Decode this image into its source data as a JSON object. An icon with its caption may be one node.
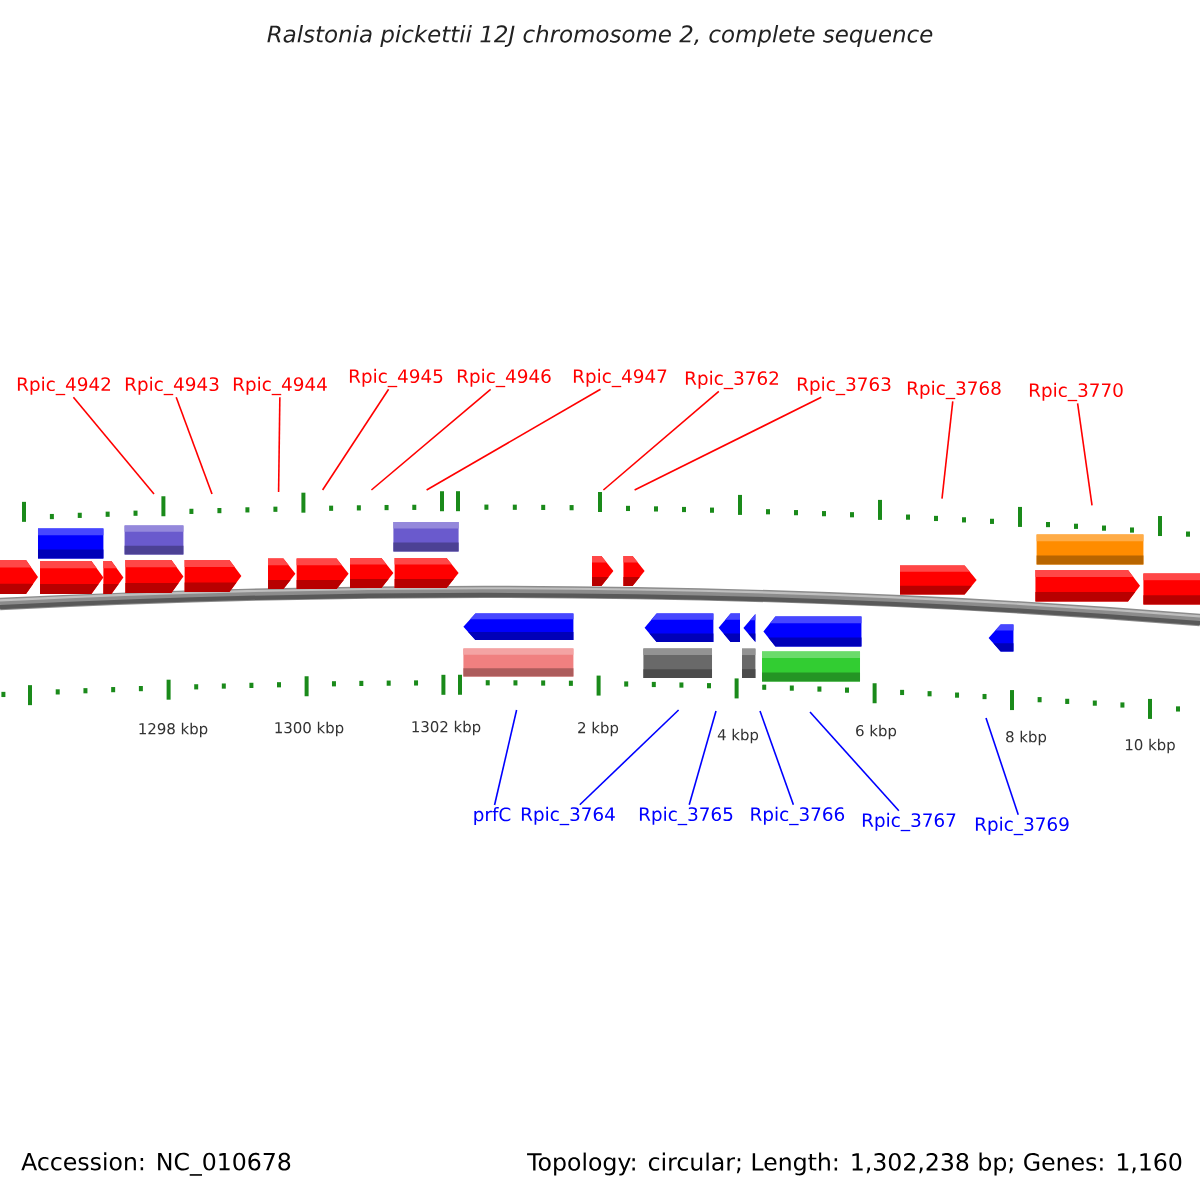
{
  "diagram": {
    "title": "Ralstonia pickettii 12J chromosome 2, complete sequence",
    "nodes": [
      {
        "text": [
          "Rpic_4942"
        ]
      },
      {
        "text": [
          "Rpic_4943"
        ]
      },
      {
        "text": [
          "Rpic_4944"
        ]
      },
      {
        "text": [
          "Rpic_4945"
        ]
      },
      {
        "text": [
          "Rpic_4946"
        ]
      },
      {
        "text": [
          "Rpic_4947"
        ]
      },
      {
        "text": [
          "Rpic_3762"
        ]
      },
      {
        "text": [
          "Rpic_3763"
        ]
      },
      {
        "text": [
          "Rpic_3768"
        ]
      },
      {
        "text": [
          "Rpic_3770"
        ]
      },
      {
        "text": [
          "prfC"
        ]
      },
      {
        "text": [
          "Rpic_3764"
        ]
      },
      {
        "text": [
          "Rpic_3765"
        ]
      },
      {
        "text": [
          "Rpic_3766"
        ]
      },
      {
        "text": [
          "Rpic_3767"
        ]
      },
      {
        "text": [
          "Rpic_3769"
        ]
      }
    ],
    "edges": [
      {
        "from": 0,
        "to": null,
        "arrow": "none"
      },
      {
        "from": 1,
        "to": null,
        "arrow": "none"
      },
      {
        "from": 2,
        "to": null,
        "arrow": "none"
      },
      {
        "from": 3,
        "to": null,
        "arrow": "none"
      },
      {
        "from": 4,
        "to": null,
        "arrow": "none"
      },
      {
        "from": 5,
        "to": null,
        "arrow": "none"
      },
      {
        "from": 6,
        "to": null,
        "arrow": "none"
      },
      {
        "from": 7,
        "to": null,
        "arrow": "none"
      },
      {
        "from": 8,
        "to": null,
        "arrow": "none"
      },
      {
        "from": 9,
        "to": null,
        "arrow": "none"
      },
      {
        "from": 10,
        "to": null,
        "arrow": "none",
        "color": "#0000ff"
      },
      {
        "from": 11,
        "to": null,
        "arrow": "none",
        "color": "#0000ff"
      },
      {
        "from": 12,
        "to": null,
        "arrow": "none",
        "color": "#0000ff"
      },
      {
        "from": 13,
        "to": null,
        "arrow": "none",
        "color": "#0000ff"
      },
      {
        "from": 14,
        "to": null,
        "arrow": "none",
        "color": "#0000ff"
      },
      {
        "from": 15,
        "to": null,
        "arrow": "none",
        "color": "#0000ff"
      }
    ],
    "labels": [
      "1298 kbp",
      "1300 kbp",
      "1302 kbp",
      "2 kbp",
      "4 kbp",
      "6 kbp",
      "8 kbp",
      "10 kbp",
      "Accession: NC_010678",
      "Topology: circular; Length: 1,302,238 bp; Genes: 1,160"
    ]
  }
}
